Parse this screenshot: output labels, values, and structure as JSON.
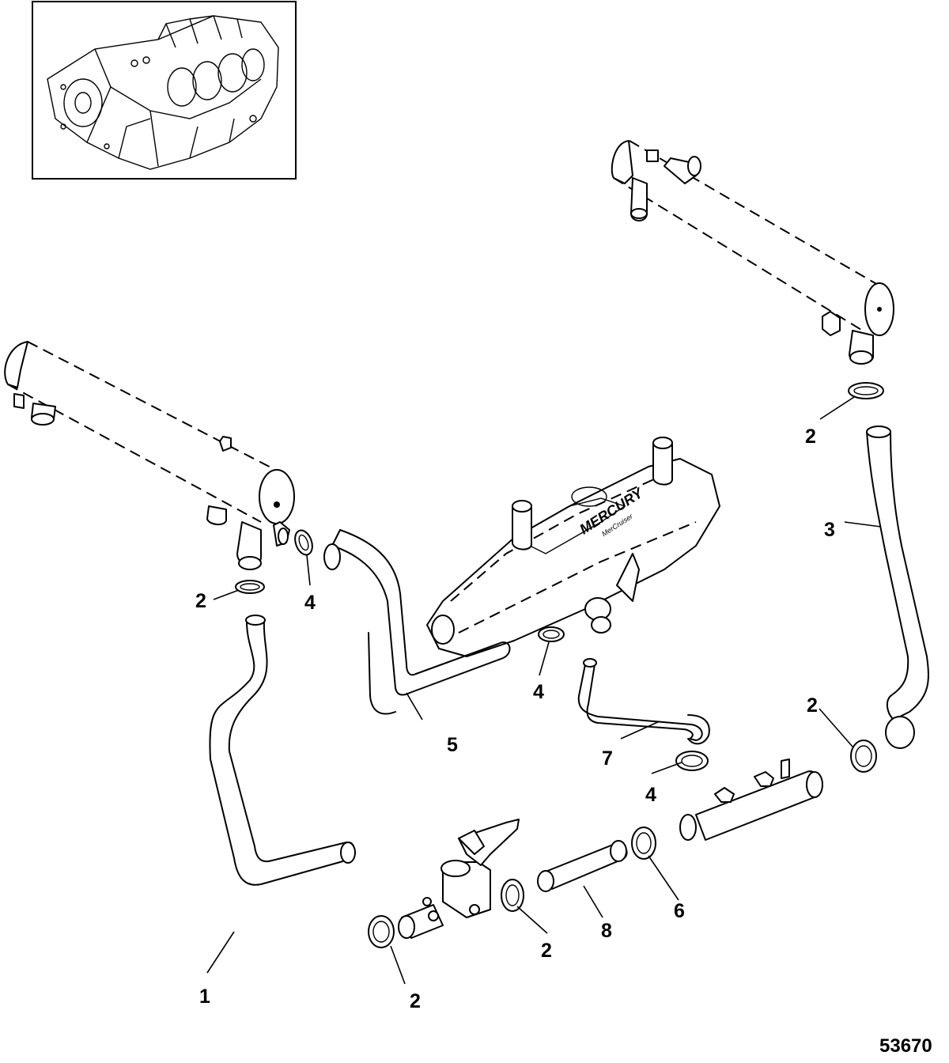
{
  "figure_number": "53670",
  "callouts": [
    {
      "id": "hose-1",
      "text": "1"
    },
    {
      "id": "clamp-2-left",
      "text": "2"
    },
    {
      "id": "clamp-2-bottom",
      "text": "2"
    },
    {
      "id": "clamp-2-mid",
      "text": "2"
    },
    {
      "id": "clamp-2-right-lower",
      "text": "2"
    },
    {
      "id": "clamp-2-right-upper",
      "text": "2"
    },
    {
      "id": "hose-3",
      "text": "3"
    },
    {
      "id": "clamp-4-left",
      "text": "4"
    },
    {
      "id": "clamp-4-center",
      "text": "4"
    },
    {
      "id": "clamp-4-right",
      "text": "4"
    },
    {
      "id": "hose-5",
      "text": "5"
    },
    {
      "id": "clamp-6",
      "text": "6"
    },
    {
      "id": "hose-7",
      "text": "7"
    },
    {
      "id": "hose-8",
      "text": "8"
    }
  ],
  "manifold_logo": {
    "brand": "MERCURY",
    "sub": "MerCruiser"
  }
}
